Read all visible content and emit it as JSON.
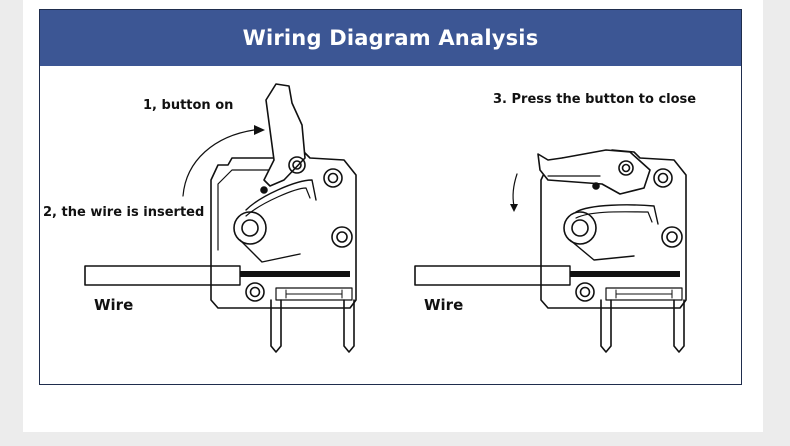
{
  "header": {
    "title": "Wiring Diagram Analysis"
  },
  "left_diagram": {
    "step1_label": "1, button on",
    "step2_label": "2, the wire is inserted",
    "wire_label": "Wire"
  },
  "right_diagram": {
    "step3_label": "3. Press the button to close",
    "wire_label": "Wire"
  },
  "colors": {
    "header_bg": "#3c5694",
    "header_text": "#ffffff",
    "line": "#111111"
  }
}
